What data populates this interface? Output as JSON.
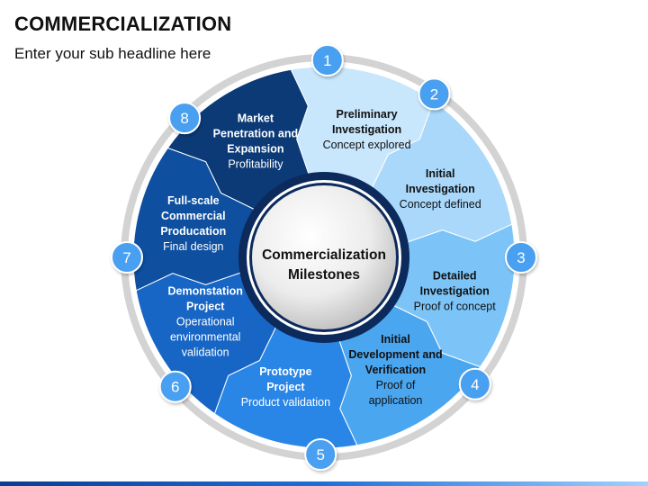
{
  "header": {
    "title": "COMMERCIALIZATION",
    "subtitle": "Enter your sub headline here"
  },
  "center": {
    "lines": [
      "Commercialization",
      "Milestones"
    ]
  },
  "colors": {
    "ring": "#d3d3d3",
    "center_border": "#0d2a5c",
    "center_fill": "#f2f2f2",
    "badge": "#4a9ff0",
    "stage_fills": [
      "#c8e6fc",
      "#a9d8fb",
      "#7cc4f7",
      "#4ba6f0",
      "#2a86e6",
      "#1765c5",
      "#0e4fa0",
      "#0b3a77"
    ],
    "text_dark": "#111111",
    "text_light": "#ffffff"
  },
  "stages": [
    {
      "number": "1",
      "title_lines": [
        "Preliminary",
        "Investigation"
      ],
      "sub_lines": [
        "Concept explored"
      ]
    },
    {
      "number": "2",
      "title_lines": [
        "Initial",
        "Investigation"
      ],
      "sub_lines": [
        "Concept defined"
      ]
    },
    {
      "number": "3",
      "title_lines": [
        "Detailed",
        "Investigation"
      ],
      "sub_lines": [
        "Proof of concept"
      ]
    },
    {
      "number": "4",
      "title_lines": [
        "Initial",
        "Development and",
        "Verification"
      ],
      "sub_lines": [
        "Proof of",
        "application"
      ]
    },
    {
      "number": "5",
      "title_lines": [
        "Prototype",
        "Project"
      ],
      "sub_lines": [
        "Product validation"
      ]
    },
    {
      "number": "6",
      "title_lines": [
        "Demonstation",
        "Project"
      ],
      "sub_lines": [
        "Operational",
        "environmental",
        "validation"
      ]
    },
    {
      "number": "7",
      "title_lines": [
        "Full-scale",
        "Commercial",
        "Producation"
      ],
      "sub_lines": [
        "Final design"
      ]
    },
    {
      "number": "8",
      "title_lines": [
        "Market",
        "Penetration and",
        "Expansion"
      ],
      "sub_lines": [
        "Profitability"
      ]
    }
  ]
}
